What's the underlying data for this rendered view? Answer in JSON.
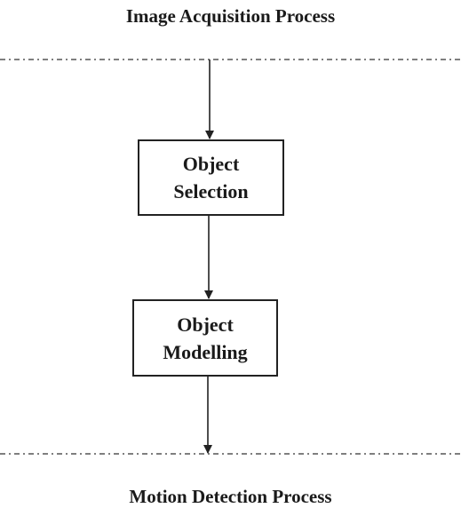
{
  "diagram": {
    "top_label": "Image Acquisition Process",
    "bottom_label": "Motion Detection Process",
    "steps": [
      {
        "line1": "Object",
        "line2": "Selection"
      },
      {
        "line1": "Object",
        "line2": "Modelling"
      }
    ],
    "colors": {
      "line": "#222222",
      "dashed_line": "#555555",
      "background": "#ffffff"
    }
  }
}
